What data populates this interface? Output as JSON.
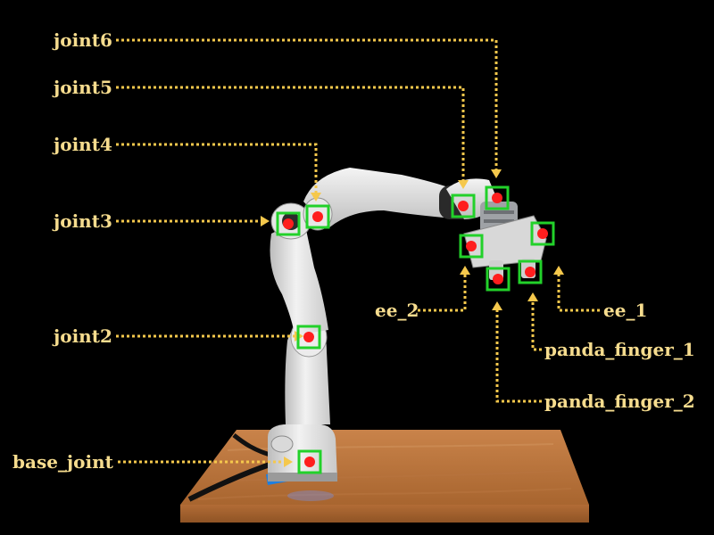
{
  "colors": {
    "background": "#000000",
    "label_text": "#f6dc8e",
    "leader_line": "#f5c84c",
    "marker_box": "#22d12a",
    "marker_dot": "#ff1e1e"
  },
  "joints": [
    {
      "id": "joint6",
      "label": "joint6"
    },
    {
      "id": "joint5",
      "label": "joint5"
    },
    {
      "id": "joint4",
      "label": "joint4"
    },
    {
      "id": "joint3",
      "label": "joint3"
    },
    {
      "id": "joint2",
      "label": "joint2"
    },
    {
      "id": "base_joint",
      "label": "base_joint"
    },
    {
      "id": "ee_2",
      "label": "ee_2"
    },
    {
      "id": "ee_1",
      "label": "ee_1"
    },
    {
      "id": "panda_finger_1",
      "label": "panda_finger_1"
    },
    {
      "id": "panda_finger_2",
      "label": "panda_finger_2"
    }
  ]
}
